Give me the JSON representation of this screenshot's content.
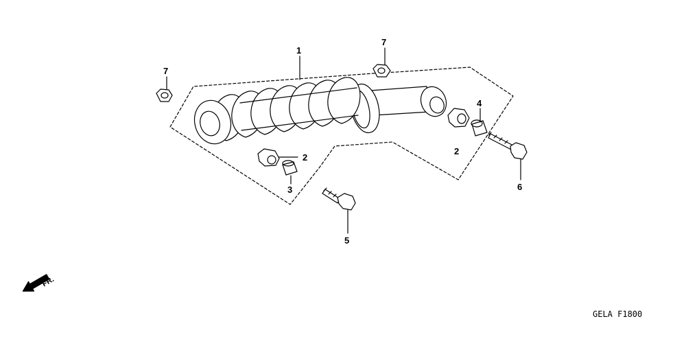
{
  "callouts": {
    "c1": "1",
    "c2a": "2",
    "c2b": "2",
    "c3": "3",
    "c4": "4",
    "c5": "5",
    "c6": "6",
    "c7a": "7",
    "c7b": "7"
  },
  "direction_label": "FR.",
  "diagram_code": "GELA F1800"
}
